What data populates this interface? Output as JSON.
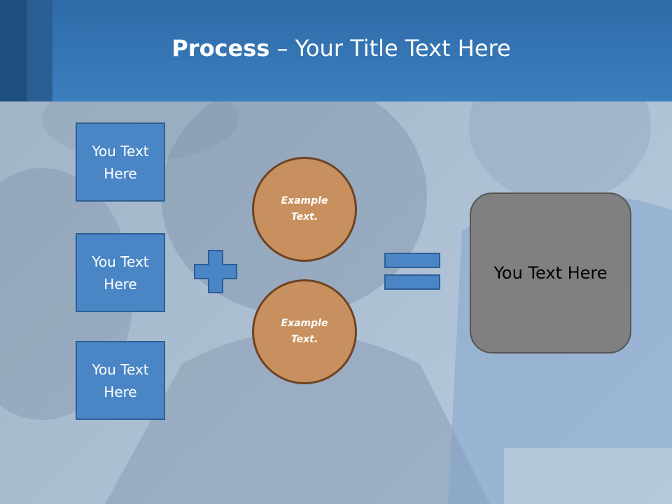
{
  "header": {
    "title_bold": "Process",
    "title_rest": " – Your Title Text Here"
  },
  "boxes": [
    {
      "label": "You Text Here"
    },
    {
      "label": "You Text Here"
    },
    {
      "label": "You Text Here"
    }
  ],
  "circles": [
    {
      "label": "Example Text."
    },
    {
      "label": "Example Text."
    }
  ],
  "result": {
    "label": "You Text Here"
  },
  "colors": {
    "header": "#3b7fbf",
    "box_fill": "#4a86c5",
    "circle_fill": "#c8905e",
    "result_fill": "#808080"
  },
  "icons": [
    "plus-icon",
    "equals-icon"
  ]
}
